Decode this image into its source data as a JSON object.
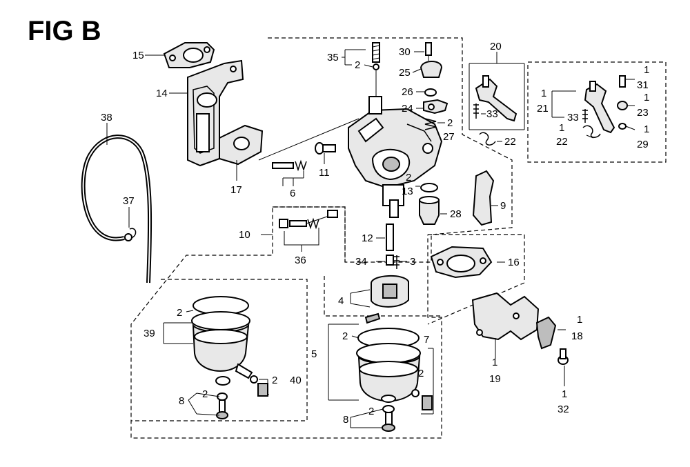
{
  "figure": {
    "title": "FIG B"
  },
  "callouts": [
    {
      "id": "c15",
      "text": "15"
    },
    {
      "id": "c14",
      "text": "14"
    },
    {
      "id": "c38",
      "text": "38"
    },
    {
      "id": "c37",
      "text": "37"
    },
    {
      "id": "c17",
      "text": "17"
    },
    {
      "id": "c6",
      "text": "6"
    },
    {
      "id": "c11",
      "text": "11"
    },
    {
      "id": "c35",
      "text": "35"
    },
    {
      "id": "c35q",
      "text": "2"
    },
    {
      "id": "c30",
      "text": "30"
    },
    {
      "id": "c25",
      "text": "25"
    },
    {
      "id": "c26",
      "text": "26"
    },
    {
      "id": "c24",
      "text": "24"
    },
    {
      "id": "c27q",
      "text": "2"
    },
    {
      "id": "c27",
      "text": "27"
    },
    {
      "id": "c13q",
      "text": "2"
    },
    {
      "id": "c13",
      "text": "13"
    },
    {
      "id": "c28",
      "text": "28"
    },
    {
      "id": "c9",
      "text": "9"
    },
    {
      "id": "c20",
      "text": "20"
    },
    {
      "id": "c33a",
      "text": "33"
    },
    {
      "id": "c22a",
      "text": "22"
    },
    {
      "id": "c31q",
      "text": "1"
    },
    {
      "id": "c31",
      "text": "31"
    },
    {
      "id": "c21q",
      "text": "1"
    },
    {
      "id": "c21",
      "text": "21"
    },
    {
      "id": "c33b",
      "text": "33"
    },
    {
      "id": "c23q",
      "text": "1"
    },
    {
      "id": "c23",
      "text": "23"
    },
    {
      "id": "c22q",
      "text": "1"
    },
    {
      "id": "c22b",
      "text": "22"
    },
    {
      "id": "c29q",
      "text": "1"
    },
    {
      "id": "c29",
      "text": "29"
    },
    {
      "id": "c10",
      "text": "10"
    },
    {
      "id": "c36",
      "text": "36"
    },
    {
      "id": "c12",
      "text": "12"
    },
    {
      "id": "c34",
      "text": "34"
    },
    {
      "id": "c3",
      "text": "3"
    },
    {
      "id": "c16",
      "text": "16"
    },
    {
      "id": "c4",
      "text": "4"
    },
    {
      "id": "c39q",
      "text": "2"
    },
    {
      "id": "c39",
      "text": "39"
    },
    {
      "id": "c40q",
      "text": "2"
    },
    {
      "id": "c40",
      "text": "40"
    },
    {
      "id": "c8aq",
      "text": "2"
    },
    {
      "id": "c8a",
      "text": "8"
    },
    {
      "id": "c5q",
      "text": "2"
    },
    {
      "id": "c5",
      "text": "5"
    },
    {
      "id": "c7",
      "text": "7"
    },
    {
      "id": "c7q",
      "text": "2"
    },
    {
      "id": "c8bq",
      "text": "2"
    },
    {
      "id": "c8b",
      "text": "8"
    },
    {
      "id": "c18q",
      "text": "1"
    },
    {
      "id": "c18",
      "text": "18"
    },
    {
      "id": "c19q",
      "text": "1"
    },
    {
      "id": "c19",
      "text": "19"
    },
    {
      "id": "c32q",
      "text": "1"
    },
    {
      "id": "c32",
      "text": "32"
    }
  ]
}
